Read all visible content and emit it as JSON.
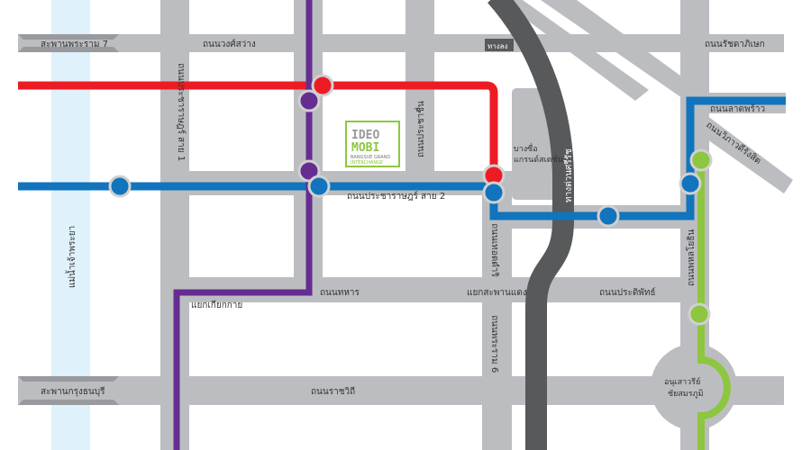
{
  "colors": {
    "road": "#bcbdc0",
    "river": "#dff1fb",
    "red": "#ed1c24",
    "blue": "#1174bd",
    "purple": "#662d91",
    "green": "#8dc63f",
    "expressway": "#58595b"
  },
  "bridges": {
    "rama7": "สะพานพระราม 7",
    "krungthon": "สะพานกรุงธนบุรี"
  },
  "river": "แม่น้ำเจ้าพระยา",
  "roads": {
    "wongsawang": "ถนนวงศ์สว่าง",
    "ratchadaphisek": "ถนนรัชดาภิเษก",
    "pracharat1": "ถนนประชาราษฎร์ สาย 1",
    "pracharat2": "ถนนประชาราษฎร์ สาย 2",
    "pracharuen": "ถนนประชาชื่น",
    "ladprao": "ถนนลาดพร้าว",
    "viphavadi": "ถนนวิภาวดีรังสิต",
    "thoetdamri": "ถนนเทอดดำริ",
    "phahonyothin": "ถนนพหลโยธิน",
    "thahan": "ถนนทหาร",
    "pradiphat": "ถนนประดิพัทธ์",
    "rama6": "ถนนพระราม 6",
    "ratchawithi": "ถนนราชวิถี",
    "expressway": "ทางด่วนศรีรัช",
    "exit": "ทางลง"
  },
  "places": {
    "kiakkai": "แยกเกียกกาย",
    "saphan_daeng": "แยกสะพานแดง",
    "bangsue_1": "บางซื่อ",
    "bangsue_2": "แกรนด์สเตชั่น",
    "victory_1": "อนุเสาวรีย์",
    "victory_2": "ชัยสมรภูมิ"
  },
  "logo": {
    "line1": "IDEO",
    "line2": "MOBI",
    "line3": "BANGSUE GRAND",
    "line4": "INTERCHANGE"
  }
}
